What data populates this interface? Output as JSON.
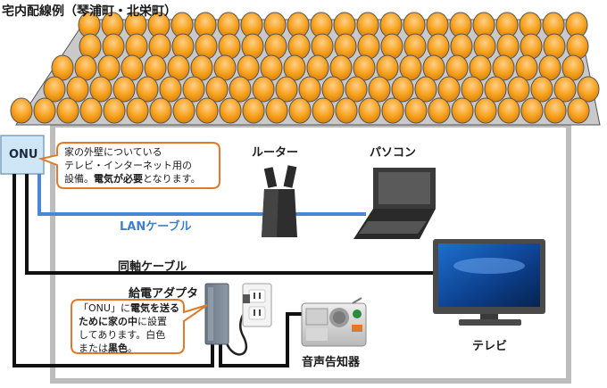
{
  "title": "宅内配線例（琴浦町・北栄町）",
  "devices": {
    "onu": "ONU",
    "router": "ルーター",
    "pc": "パソコン",
    "tv": "テレビ",
    "adapter": "給電アダプタ",
    "alarm": "音声告知器"
  },
  "cables": {
    "lan": "LANケーブル",
    "coax": "同軸ケーブル"
  },
  "callouts": {
    "onu_note": {
      "line1": "家の外壁についている",
      "line2": "テレビ・インターネット用の",
      "line3_pre": "設備。",
      "line3_bold": "電気が必要",
      "line3_post": "となります。"
    },
    "adapter_note": {
      "line1_pre": "「ONU」に",
      "line1_bold": "電気を送る",
      "line2_bold1": "ために",
      "line2_mid": "家の中",
      "line2_post": "に設置",
      "line3": "してあります。白色",
      "line4_pre": "または",
      "line4_bold": "黒色",
      "line4_post": "。"
    }
  },
  "colors": {
    "roof": "#f7a21e",
    "roof_edge": "#444444",
    "wall": "#bdbdbd",
    "lan_cable": "#4a86d8",
    "cable": "#111111",
    "onu_box": "#cfe6f7",
    "callout_border": "#e07a2a"
  }
}
